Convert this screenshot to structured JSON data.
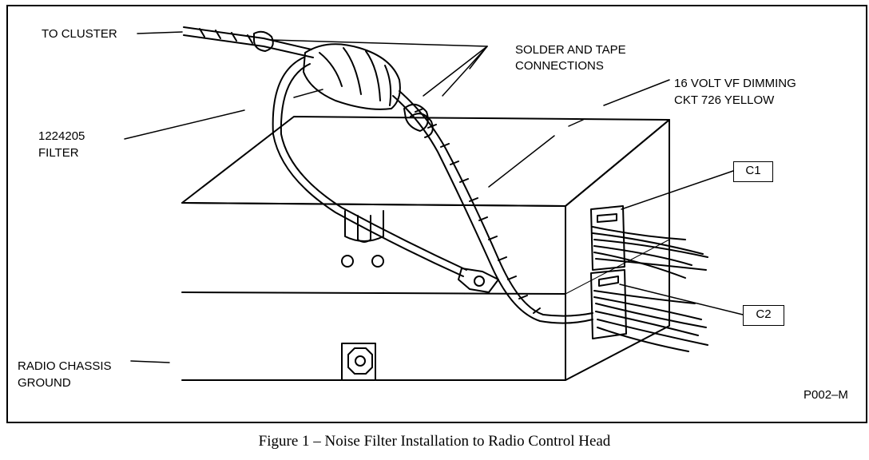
{
  "labels": {
    "to_cluster": "TO  CLUSTER",
    "solder_line1": "SOLDER AND TAPE",
    "solder_line2": "CONNECTIONS",
    "dimming_line1": "16 VOLT VF DIMMING",
    "dimming_line2": "CKT 726 YELLOW",
    "filter_line1": "1224205",
    "filter_line2": "FILTER",
    "c1": "C1",
    "c2": "C2",
    "ground_line1": "RADIO CHASSIS",
    "ground_line2": "GROUND",
    "figure_code": "P002–M"
  },
  "caption": "Figure 1 – Noise Filter Installation to Radio Control Head"
}
